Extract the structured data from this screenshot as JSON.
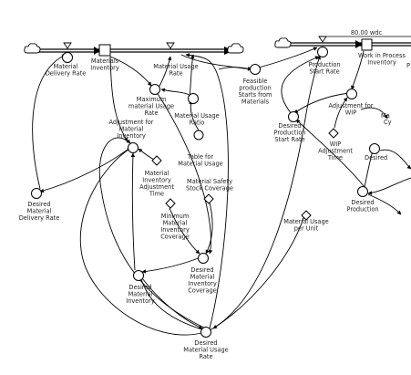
{
  "header_value": "80.00 wdc",
  "labels": {
    "material_delivery_rate": [
      "Material",
      "Delivery Rate"
    ],
    "materials_inventory": [
      "Materials",
      "Inventory"
    ],
    "material_usage_rate": [
      "Material Usage",
      "Rate"
    ],
    "feasible_production": [
      "Feasible",
      "production",
      "Starts from",
      "Materials"
    ],
    "production_start_rate": [
      "Production",
      "Start Rate"
    ],
    "work_in_process": [
      "Work in Process",
      "Inventory"
    ],
    "maximum_material_usage": [
      "Maximum",
      "material Usage",
      "Rate"
    ],
    "adjustment_material_inventory": [
      "Adjustment for",
      "Material",
      "Inventory"
    ],
    "material_usage_ratio": [
      "Material Usage",
      "Ratio"
    ],
    "table_material_usage": [
      "Table for",
      "Material Usage"
    ],
    "desired_production_start": [
      "Desired",
      "Production",
      "Start Rate"
    ],
    "adjustment_wip": [
      "Adjustment for",
      "WIP"
    ],
    "wip_adjustment_time": [
      "WIP",
      "Adjustment",
      "Time"
    ],
    "material_inventory_adj_time": [
      "Material",
      "Inventory",
      "Adjustment",
      "Time"
    ],
    "material_safety_stock": [
      "Material Safety",
      "Stock Coverage"
    ],
    "desired_material_delivery": [
      "Desired",
      "Material",
      "Delivery Rate"
    ],
    "minimum_material_coverage": [
      "Minimum",
      "Material",
      "Inventory",
      "Coverage"
    ],
    "material_usage_per_unit": [
      "Material Usage",
      "per Unit"
    ],
    "desired_material_coverage": [
      "Desired",
      "Material",
      "Inventory",
      "Coverage"
    ],
    "desired_material_inventory": [
      "Desired",
      "Material",
      "Inventory"
    ],
    "desired_material_usage": [
      "Desired",
      "Material Usage",
      "Rate"
    ],
    "desired_production": [
      "Desired",
      "Production"
    ],
    "desired_partial": [
      "Desired"
    ],
    "cut_p": [
      "P"
    ],
    "cut_ma": [
      "Ma"
    ],
    "cut_cy": [
      "Cy"
    ]
  }
}
